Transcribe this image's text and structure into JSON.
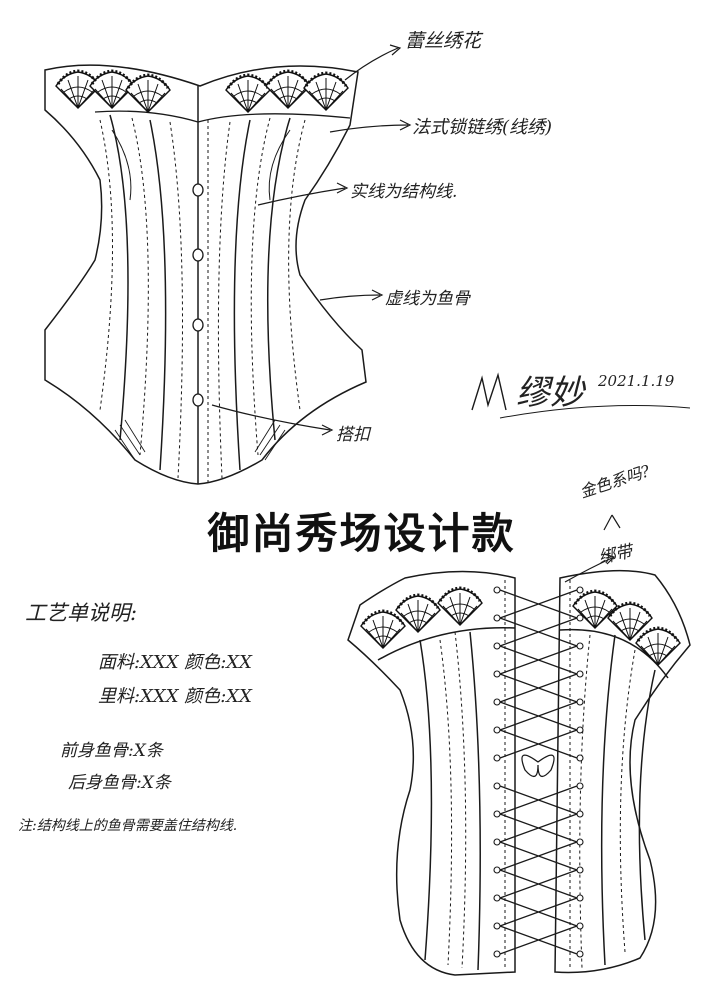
{
  "title": "御尚秀场设计款",
  "annotations": {
    "lace_applique": "蕾丝绣花",
    "french_chain_stitch": "法式锁链绣(线绣)",
    "solid_structure_line": "实线为结构线.",
    "dashed_boning": "虚线为鱼骨",
    "front_hooks": "搭扣",
    "back_question": "金色系吗?",
    "back_lacing": "绑带"
  },
  "signature": {
    "name": "缪妙",
    "date": "2021.1.19"
  },
  "process_sheet": {
    "heading": "工艺单说明:",
    "shell_fabric": "面料:XXX 颜色:XX",
    "lining_fabric": "里料:XXX 颜色:XX",
    "front_boning": "前身鱼骨:X条",
    "back_boning": "后身鱼骨:X条",
    "note": "注:结构线上的鱼骨需要盖住结构线."
  },
  "colors": {
    "ink": "#1a1a1a",
    "paper": "#ffffff"
  }
}
